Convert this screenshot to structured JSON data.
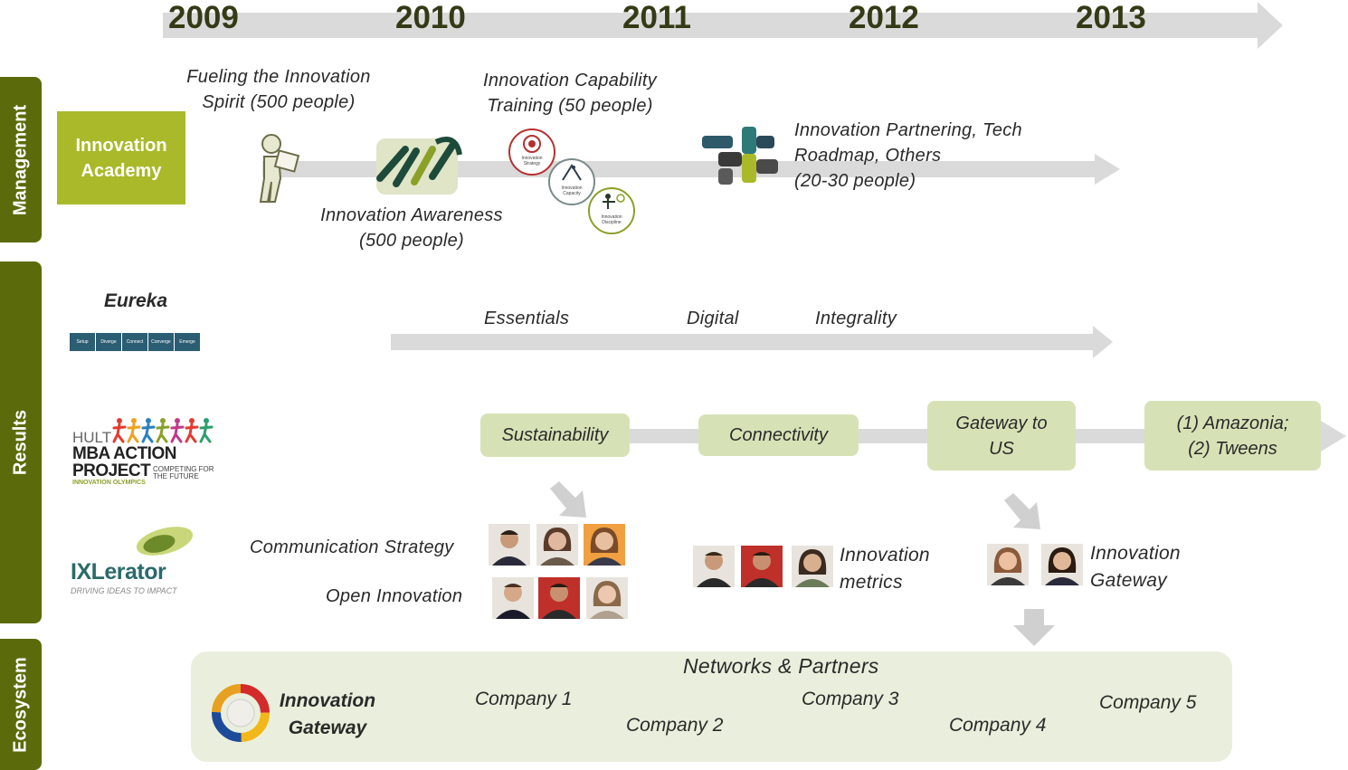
{
  "timeline": {
    "years": [
      "2009",
      "2010",
      "2011",
      "2012",
      "2013"
    ]
  },
  "sections": {
    "management": "Management",
    "results": "Results",
    "ecosystem": "Ecosystem"
  },
  "academy": {
    "label_line1": "Innovation",
    "label_line2": "Academy",
    "fueling_line1": "Fueling the Innovation",
    "fueling_line2": "Spirit (500 people)",
    "capability_line1": "Innovation Capability",
    "capability_line2": "Training (50 people)",
    "awareness_line1": "Innovation Awareness",
    "awareness_line2": "(500 people)",
    "partnering_line1": "Innovation Partnering, Tech",
    "partnering_line2": "Roadmap, Others",
    "partnering_line3": "(20-30 people)",
    "badges": [
      {
        "line1": "Innovation",
        "line2": "Strategy"
      },
      {
        "line1": "Innovation",
        "line2": "Capacity"
      },
      {
        "line1": "Innovation",
        "line2": "Discipline"
      }
    ]
  },
  "eureka": {
    "title": "Eureka",
    "steps": [
      "Setup",
      "Diverge",
      "Connect",
      "Converge",
      "Emerge"
    ],
    "phases": [
      "Essentials",
      "Digital",
      "Integrality"
    ]
  },
  "hult": {
    "logo_hult": "HULT",
    "logo_line1": "MBA ACTION",
    "logo_line2": "PROJECT",
    "logo_tag1": "COMPETING FOR",
    "logo_tag2": "THE FUTURE",
    "logo_sub": "INNOVATION OLYMPICS",
    "pills": [
      {
        "line1": "Sustainability",
        "line2": ""
      },
      {
        "line1": "Connectivity",
        "line2": ""
      },
      {
        "line1": "Gateway to",
        "line2": "US"
      },
      {
        "line1": "(1) Amazonia;",
        "line2": "(2) Tweens"
      }
    ]
  },
  "ixlerator": {
    "logo": "IXLerator",
    "tagline": "DRIVING IDEAS TO IMPACT",
    "communication": "Communication Strategy",
    "open_innovation": "Open Innovation",
    "metrics_line1": "Innovation",
    "metrics_line2": "metrics",
    "gateway_line1": "Innovation",
    "gateway_line2": "Gateway"
  },
  "ecosystem": {
    "title": "Networks & Partners",
    "gateway_line1": "Innovation",
    "gateway_line2": "Gateway",
    "companies": [
      "Company 1",
      "Company 2",
      "Company 3",
      "Company 4",
      "Company 5"
    ]
  },
  "colors": {
    "olive": "#5b6b0b",
    "lime": "#a9b92a",
    "pill": "#d6e2b6",
    "arrow": "#dadada",
    "panel": "#e9efdc"
  }
}
